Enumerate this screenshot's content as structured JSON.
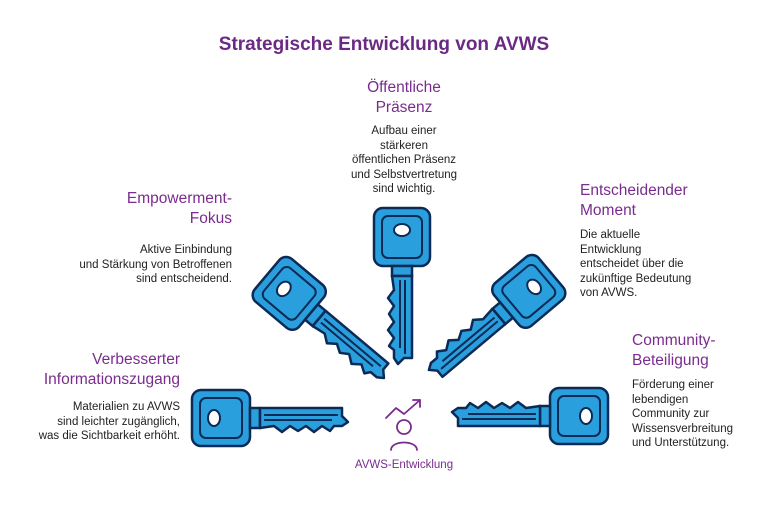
{
  "title": "Strategische Entwicklung von AVWS",
  "center": {
    "label": "AVWS-Entwicklung",
    "icon": "person-growth-icon"
  },
  "colors": {
    "key_fill": "#2a9fde",
    "key_stroke": "#0b2a55",
    "heading": "#7a2c8e",
    "title": "#6a2a84"
  },
  "items": [
    {
      "heading_line1": "Verbesserter",
      "heading_line2": "Informationszugang",
      "desc_line1": "Materialien zu AVWS",
      "desc_line2": "sind leichter zugänglich,",
      "desc_line3": "was die Sichtbarkeit erhöht.",
      "desc_line4": ""
    },
    {
      "heading_line1": "Empowerment-",
      "heading_line2": "Fokus",
      "desc_line1": "Aktive Einbindung",
      "desc_line2": "und Stärkung von Betroffenen",
      "desc_line3": "sind entscheidend.",
      "desc_line4": ""
    },
    {
      "heading_line1": "Öffentliche",
      "heading_line2": "Präsenz",
      "desc_line1": "Aufbau einer",
      "desc_line2": "stärkeren",
      "desc_line3": "öffentlichen Präsenz",
      "desc_line4": "und Selbstvertretung",
      "desc_line5": "sind wichtig."
    },
    {
      "heading_line1": "Entscheidender",
      "heading_line2": "Moment",
      "desc_line1": "Die aktuelle",
      "desc_line2": "Entwicklung",
      "desc_line3": "entscheidet über die",
      "desc_line4": "zukünftige Bedeutung",
      "desc_line5": "von AVWS."
    },
    {
      "heading_line1": "Community-",
      "heading_line2": "Beteiligung",
      "desc_line1": "Förderung einer",
      "desc_line2": "lebendigen",
      "desc_line3": "Community zur",
      "desc_line4": "Wissensverbreitung",
      "desc_line5": "und Unterstützung."
    }
  ]
}
